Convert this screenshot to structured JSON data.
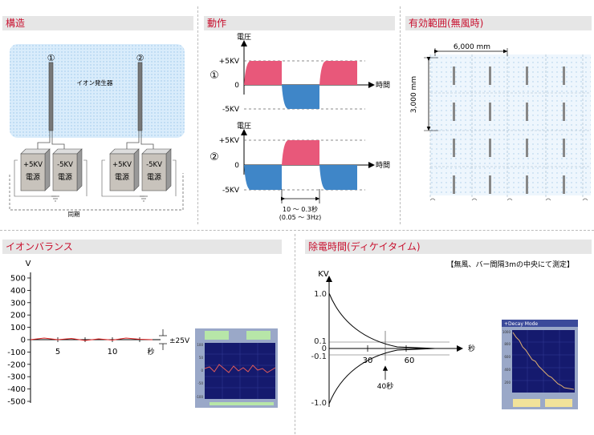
{
  "sections": {
    "structure": {
      "title": "構造",
      "marker1": "①",
      "marker2": "②",
      "ion_generator": "イオン発生器",
      "psu_plus_top": "+5KV",
      "psu_minus_top": "-5KV",
      "psu_bottom": "電源",
      "sync": "同期"
    },
    "operation": {
      "title": "動作",
      "voltage": "電圧",
      "time": "時間",
      "marker1": "①",
      "marker2": "②",
      "plus": "+5KV",
      "zero": "0",
      "minus": "-5KV",
      "period": "10 〜 0.3秒",
      "freq": "(0.05 〜 3Hz)"
    },
    "range": {
      "title": "有効範囲(無風時)",
      "width": "6,000 mm",
      "height": "3,000 mm"
    },
    "balance": {
      "title": "イオンバランス",
      "unit": "V",
      "yticks": [
        "500",
        "400",
        "300",
        "200",
        "100",
        "0",
        "-100",
        "-200",
        "-300",
        "-400",
        "-500"
      ],
      "xticks": [
        "5",
        "10"
      ],
      "xunit": "秒",
      "tolerance": "±25V",
      "monitor_ylabels": [
        "100",
        "50",
        "0",
        "-50",
        "-100"
      ]
    },
    "decay": {
      "title": "除電時間(ディケイタイム)",
      "note": "【無風、バー間隔3mの中央にて測定】",
      "unit": "KV",
      "yticks": [
        "1.0",
        "0.1",
        "0",
        "-0.1",
        "-1.0"
      ],
      "xticks": [
        "30",
        "60"
      ],
      "xunit": "秒",
      "marker": "40秒",
      "monitor_title": "+Decay Mode",
      "monitor_ylabels": [
        "1000",
        "800",
        "600",
        "400",
        "200"
      ]
    }
  },
  "colors": {
    "accent": "#c8102e",
    "positive": "#e8587a",
    "negative": "#3f86c8",
    "header_bg": "#e6e6e6"
  }
}
